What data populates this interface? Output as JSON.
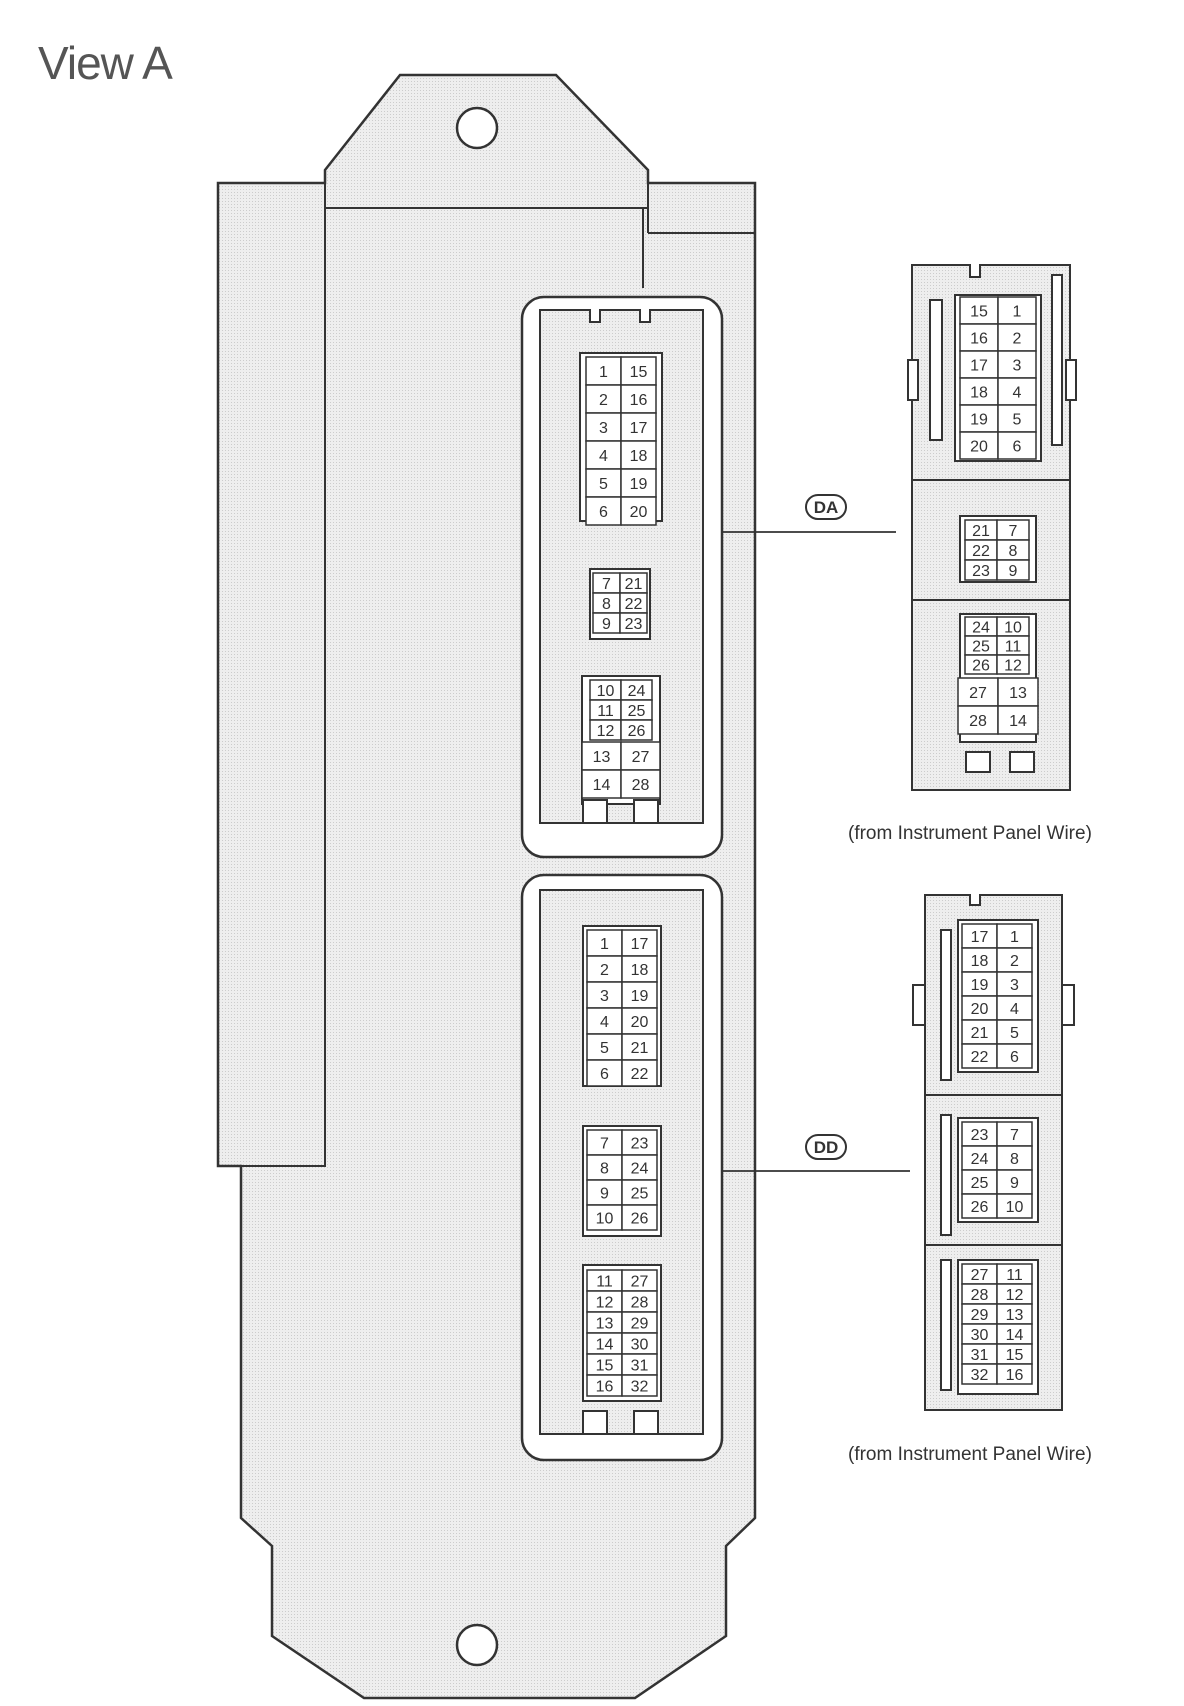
{
  "title": "View A",
  "colors": {
    "line": "#333333",
    "fill_gray": "#e6e6e6",
    "bg": "#ffffff"
  },
  "connectors": {
    "da": {
      "code": "DA",
      "from_label": "(from Instrument Panel Wire)",
      "ecu_side": {
        "top": [
          [
            1,
            15
          ],
          [
            2,
            16
          ],
          [
            3,
            17
          ],
          [
            4,
            18
          ],
          [
            5,
            19
          ],
          [
            6,
            20
          ]
        ],
        "mid": [
          [
            7,
            21
          ],
          [
            8,
            22
          ],
          [
            9,
            23
          ]
        ],
        "bot_small": [
          [
            10,
            24
          ],
          [
            11,
            25
          ],
          [
            12,
            26
          ]
        ],
        "bot_large": [
          [
            13,
            27
          ],
          [
            14,
            28
          ]
        ]
      },
      "harness_side": {
        "top": [
          [
            15,
            1
          ],
          [
            16,
            2
          ],
          [
            17,
            3
          ],
          [
            18,
            4
          ],
          [
            19,
            5
          ],
          [
            20,
            6
          ]
        ],
        "mid": [
          [
            21,
            7
          ],
          [
            22,
            8
          ],
          [
            23,
            9
          ]
        ],
        "bot_small": [
          [
            24,
            10
          ],
          [
            25,
            11
          ],
          [
            26,
            12
          ]
        ],
        "bot_large": [
          [
            27,
            13
          ],
          [
            28,
            14
          ]
        ]
      }
    },
    "dd": {
      "code": "DD",
      "from_label": "(from Instrument Panel Wire)",
      "ecu_side": {
        "top": [
          [
            1,
            17
          ],
          [
            2,
            18
          ],
          [
            3,
            19
          ],
          [
            4,
            20
          ],
          [
            5,
            21
          ],
          [
            6,
            22
          ]
        ],
        "mid": [
          [
            7,
            23
          ],
          [
            8,
            24
          ],
          [
            9,
            25
          ],
          [
            10,
            26
          ]
        ],
        "bot": [
          [
            11,
            27
          ],
          [
            12,
            28
          ],
          [
            13,
            29
          ],
          [
            14,
            30
          ],
          [
            15,
            31
          ],
          [
            16,
            32
          ]
        ]
      },
      "harness_side": {
        "top": [
          [
            17,
            1
          ],
          [
            18,
            2
          ],
          [
            19,
            3
          ],
          [
            20,
            4
          ],
          [
            21,
            5
          ],
          [
            22,
            6
          ]
        ],
        "mid": [
          [
            23,
            7
          ],
          [
            24,
            8
          ],
          [
            25,
            9
          ],
          [
            26,
            10
          ]
        ],
        "bot": [
          [
            27,
            11
          ],
          [
            28,
            12
          ],
          [
            29,
            13
          ],
          [
            30,
            14
          ],
          [
            31,
            15
          ],
          [
            32,
            16
          ]
        ]
      }
    }
  }
}
